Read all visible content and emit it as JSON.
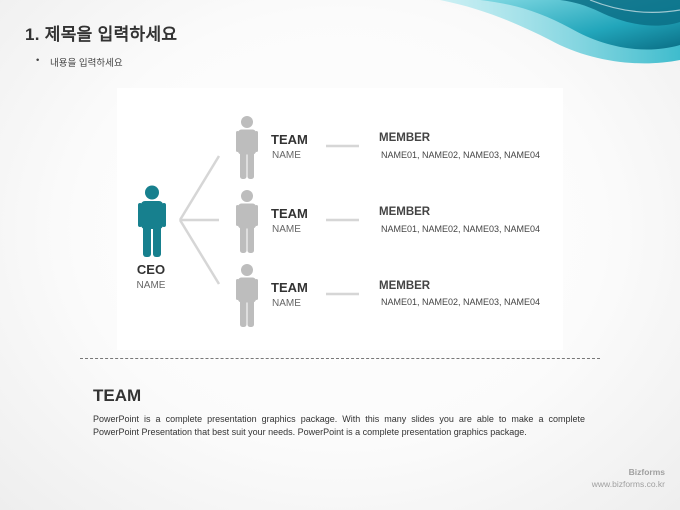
{
  "header": {
    "title": "1. 제목을 입력하세요",
    "bullet_mark": "•",
    "bullet": "내용을 입력하세요"
  },
  "colors": {
    "ceo": "#17808e",
    "member": "#bdbdbd",
    "connector": "#d6d6d6",
    "wave_dark": "#0a6f86",
    "wave_light": "#4fc4d3"
  },
  "org": {
    "ceo": {
      "label": "CEO",
      "name": "NAME"
    },
    "teams": [
      {
        "label": "TEAM",
        "name": "NAME",
        "member_label": "MEMBER",
        "members": "NAME01, NAME02, NAME03, NAME04"
      },
      {
        "label": "TEAM",
        "name": "NAME",
        "member_label": "MEMBER",
        "members": "NAME01, NAME02, NAME03, NAME04"
      },
      {
        "label": "TEAM",
        "name": "NAME",
        "member_label": "MEMBER",
        "members": "NAME01, NAME02, NAME03, NAME04"
      }
    ]
  },
  "description": {
    "title": "TEAM",
    "text": " PowerPoint is a complete presentation graphics package. With this many slides you are able to make a complete PowerPoint Presentation that best suit your needs. PowerPoint is a complete presentation graphics package."
  },
  "footer": {
    "brand": "Bizforms",
    "url": "www.bizforms.co.kr"
  }
}
